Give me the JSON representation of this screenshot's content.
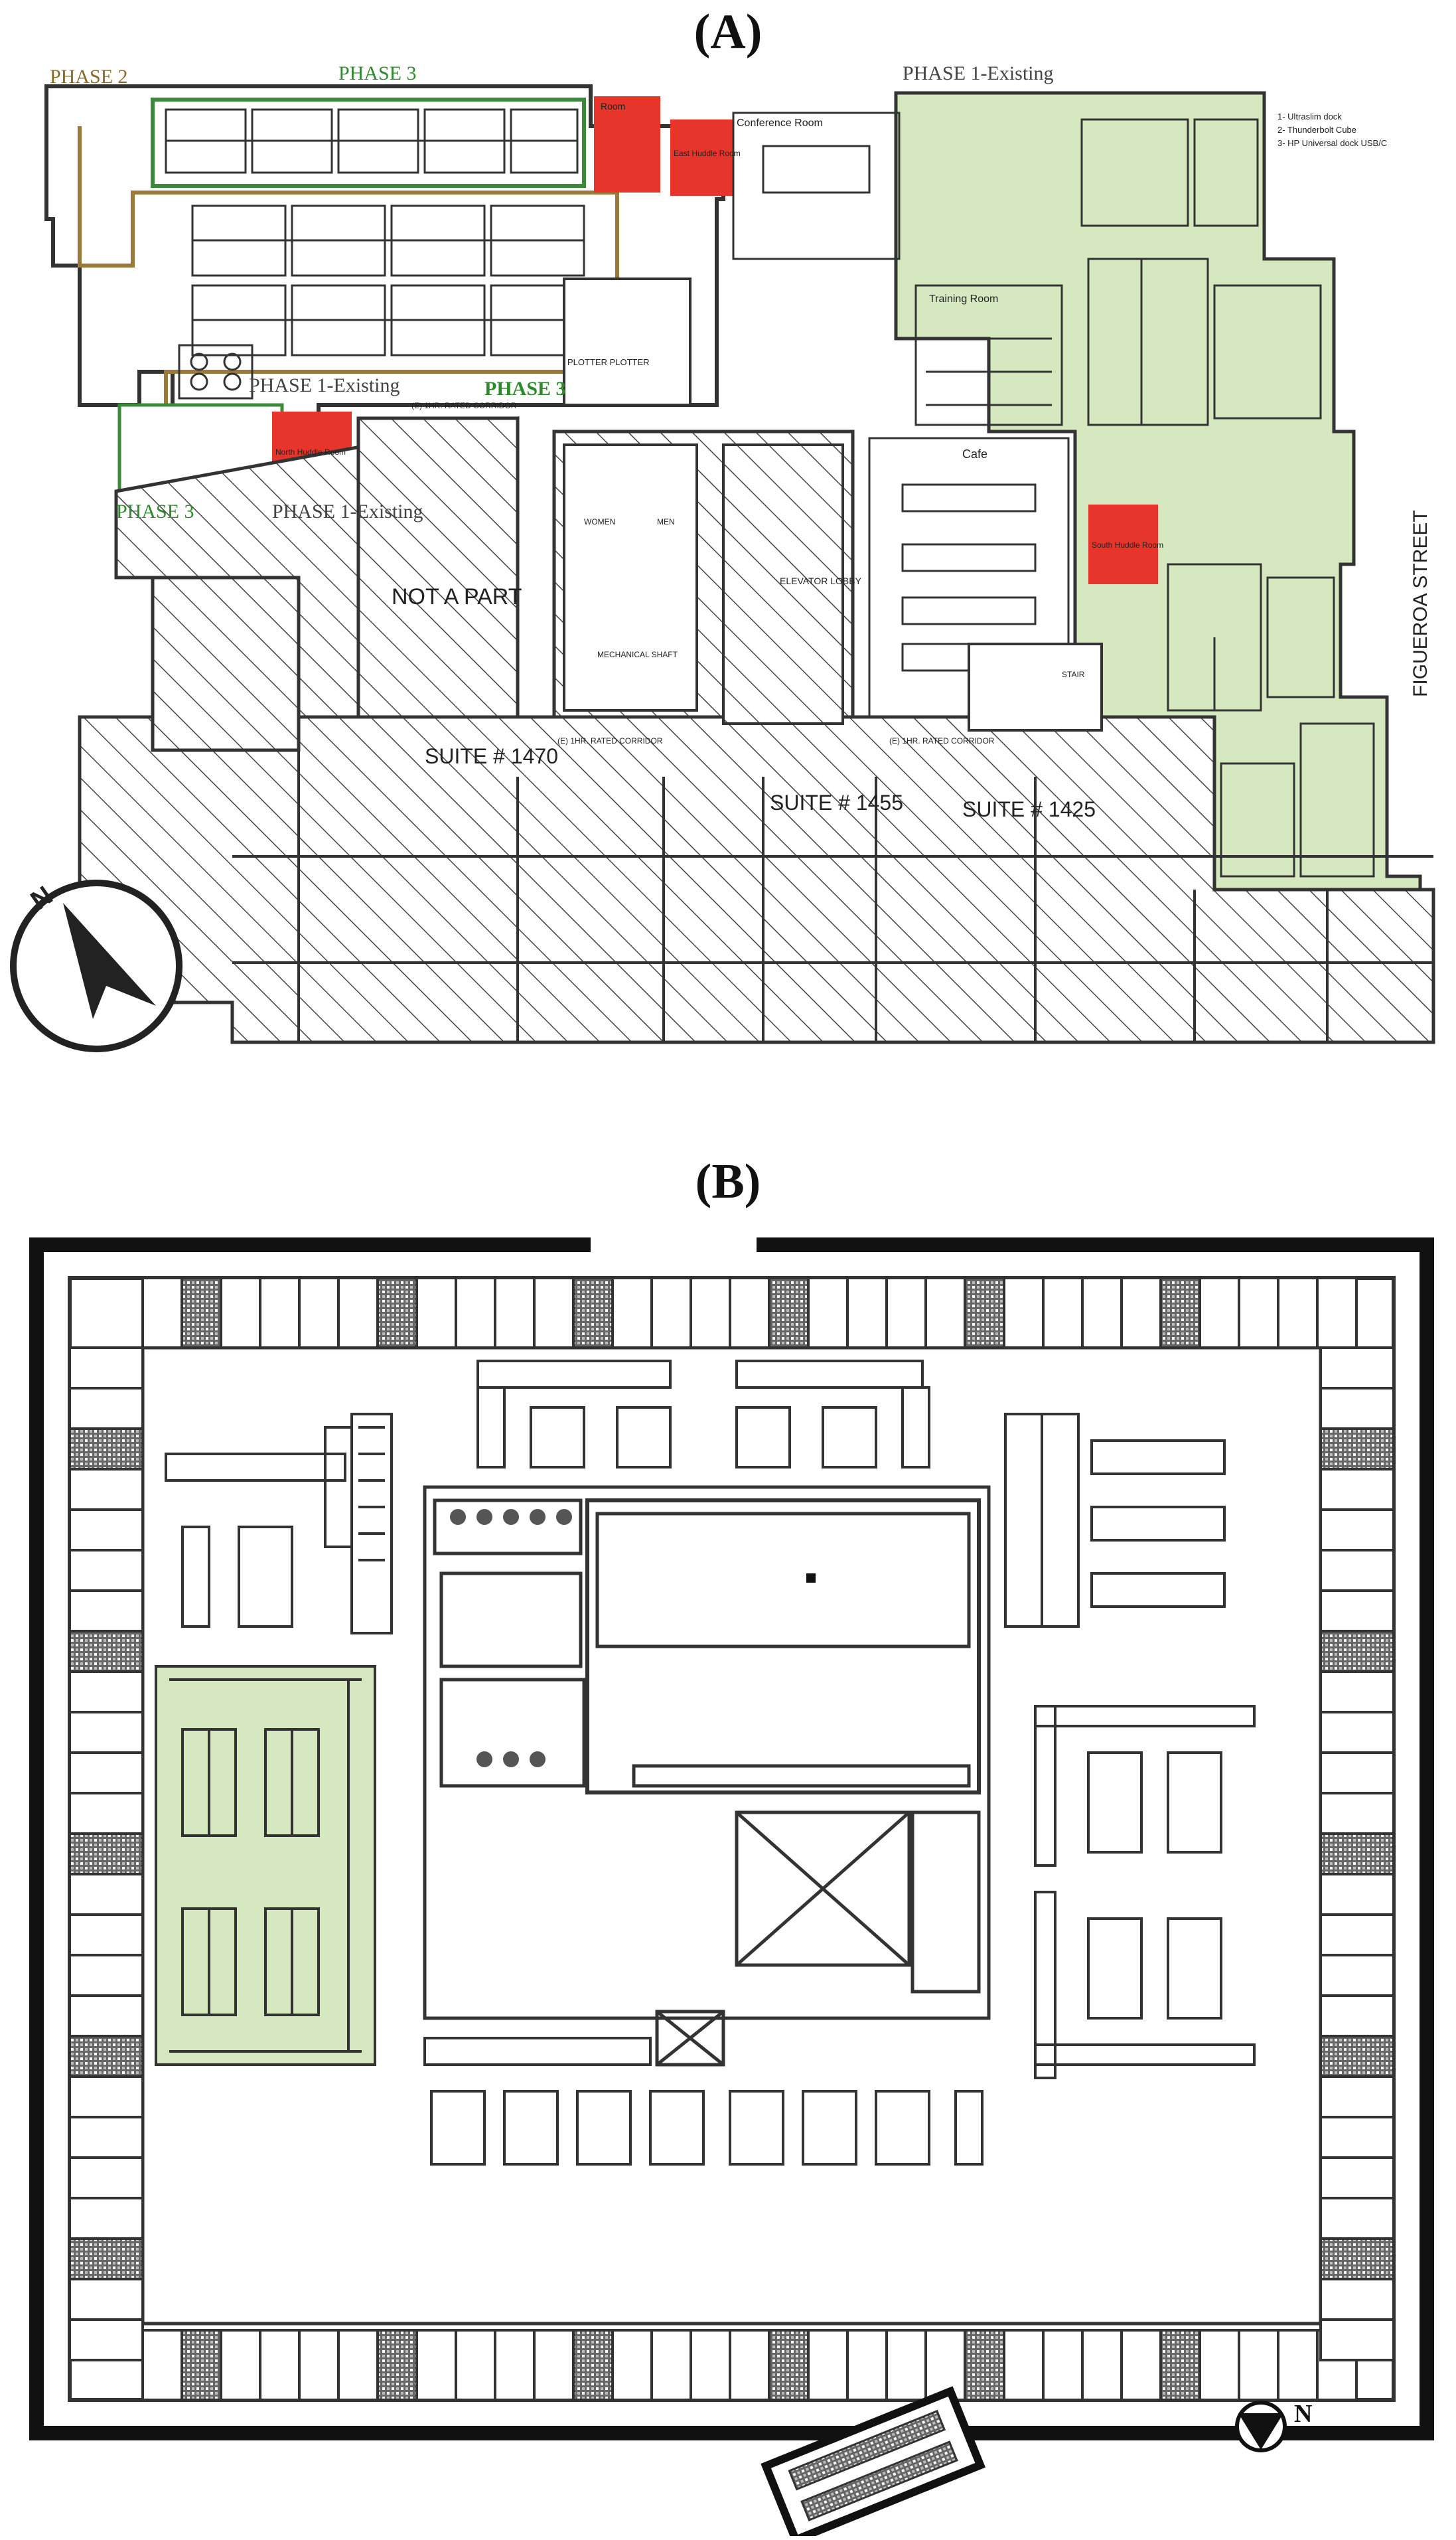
{
  "panel_a": {
    "title": "(A)",
    "phase_labels": {
      "phase2": "PHASE 2",
      "phase3_top": "PHASE 3",
      "phase1_existing_top": "PHASE 1-Existing",
      "phase1_existing_mid": "PHASE 1-Existing",
      "phase3_mid": "PHASE 3",
      "phase3_left": "PHASE 3",
      "phase1_existing_left": "PHASE 1-Existing"
    },
    "rooms": {
      "room_red": "Room",
      "east_huddle": "East Huddle Room",
      "conference": "Conference Room",
      "training": "Training Room",
      "cafe": "Cafe",
      "north_huddle": "North Huddle Room",
      "south_huddle": "South Huddle Room",
      "plotter": "PLOTTER  PLOTTER",
      "not_a_part": "NOT A PART",
      "elevator_lobby": "ELEVATOR LOBBY",
      "mechanical_shaft": "MECHANICAL SHAFT",
      "women": "WOMEN",
      "men": "MEN",
      "suite_1470": "SUITE # 1470",
      "suite_1455": "SUITE # 1455",
      "suite_1425": "SUITE # 1425",
      "corridor_left": "(E) 1HR. RATED CORRIDOR",
      "corridor_mid": "(E) 1HR. RATED CORRIDOR",
      "corridor_right": "(E) 1HR. RATED CORRIDOR",
      "stair": "STAIR"
    },
    "legend": [
      "1- Ultraslim dock",
      "2- Thunderbolt Cube",
      "3- HP Universal dock USB/C"
    ],
    "street": "FIGUEROA STREET",
    "compass": "N"
  },
  "panel_b": {
    "title": "(B)",
    "compass": "N"
  },
  "colors": {
    "phase1_green": "#d6e8bf",
    "huddle_red": "#e8352b",
    "hatch": "#333333",
    "phase2_border": "#9a7a3a",
    "phase3_border": "#3a8a3a"
  }
}
